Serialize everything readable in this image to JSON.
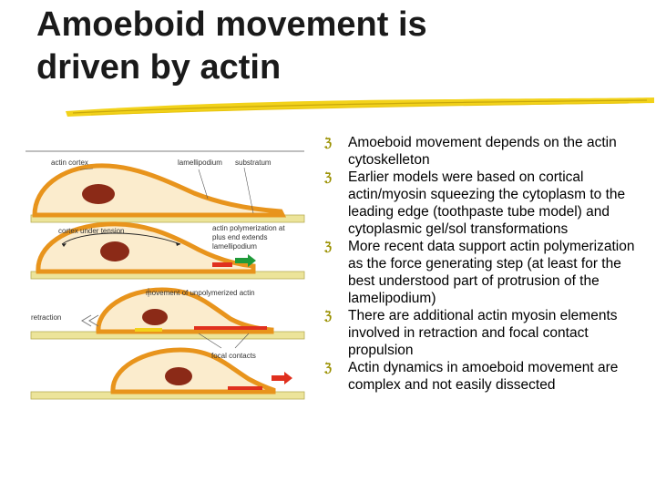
{
  "slide": {
    "title_lines": [
      "Amoeboid movement is",
      "driven by actin"
    ],
    "bullet_icon": "z-shaped-bullet-icon",
    "bullets": [
      "Amoeboid movement depends on the actin cytoskelleton",
      "Earlier models were based on cortical actin/myosin squeezing the cytoplasm to the leading edge (toothpaste tube model) and cytoplasmic gel/sol transformations",
      "More recent data support actin polymerization as the force generating step (at least for the best understood part of protrusion of the lamelipodium)",
      "There are additional actin myosin elements involved in retraction and focal contact propulsion",
      "Actin dynamics in amoeboid movement are complex and not easily dissected"
    ]
  },
  "figure": {
    "labels": {
      "actin_cortex": "actin cortex",
      "lamellipodium": "lamellipodium",
      "substratum": "substratum",
      "cortex_under_tension": "cortex under tension",
      "actin_polymerization": [
        "actin polymerization at",
        "plus end extends",
        "lamellipodium"
      ],
      "movement": "movement of unpolymerized actin",
      "retraction": "retraction",
      "focal_contacts": "focal contacts"
    },
    "colors": {
      "cell_outline": "#e8941c",
      "cell_fill": "#fbeccd",
      "nucleus": "#8b2a17",
      "substrate": "#ece49a",
      "arrow": "#1f9a3a",
      "actin_red": "#e0301e",
      "accent_yellow": "#f2d21a"
    }
  }
}
